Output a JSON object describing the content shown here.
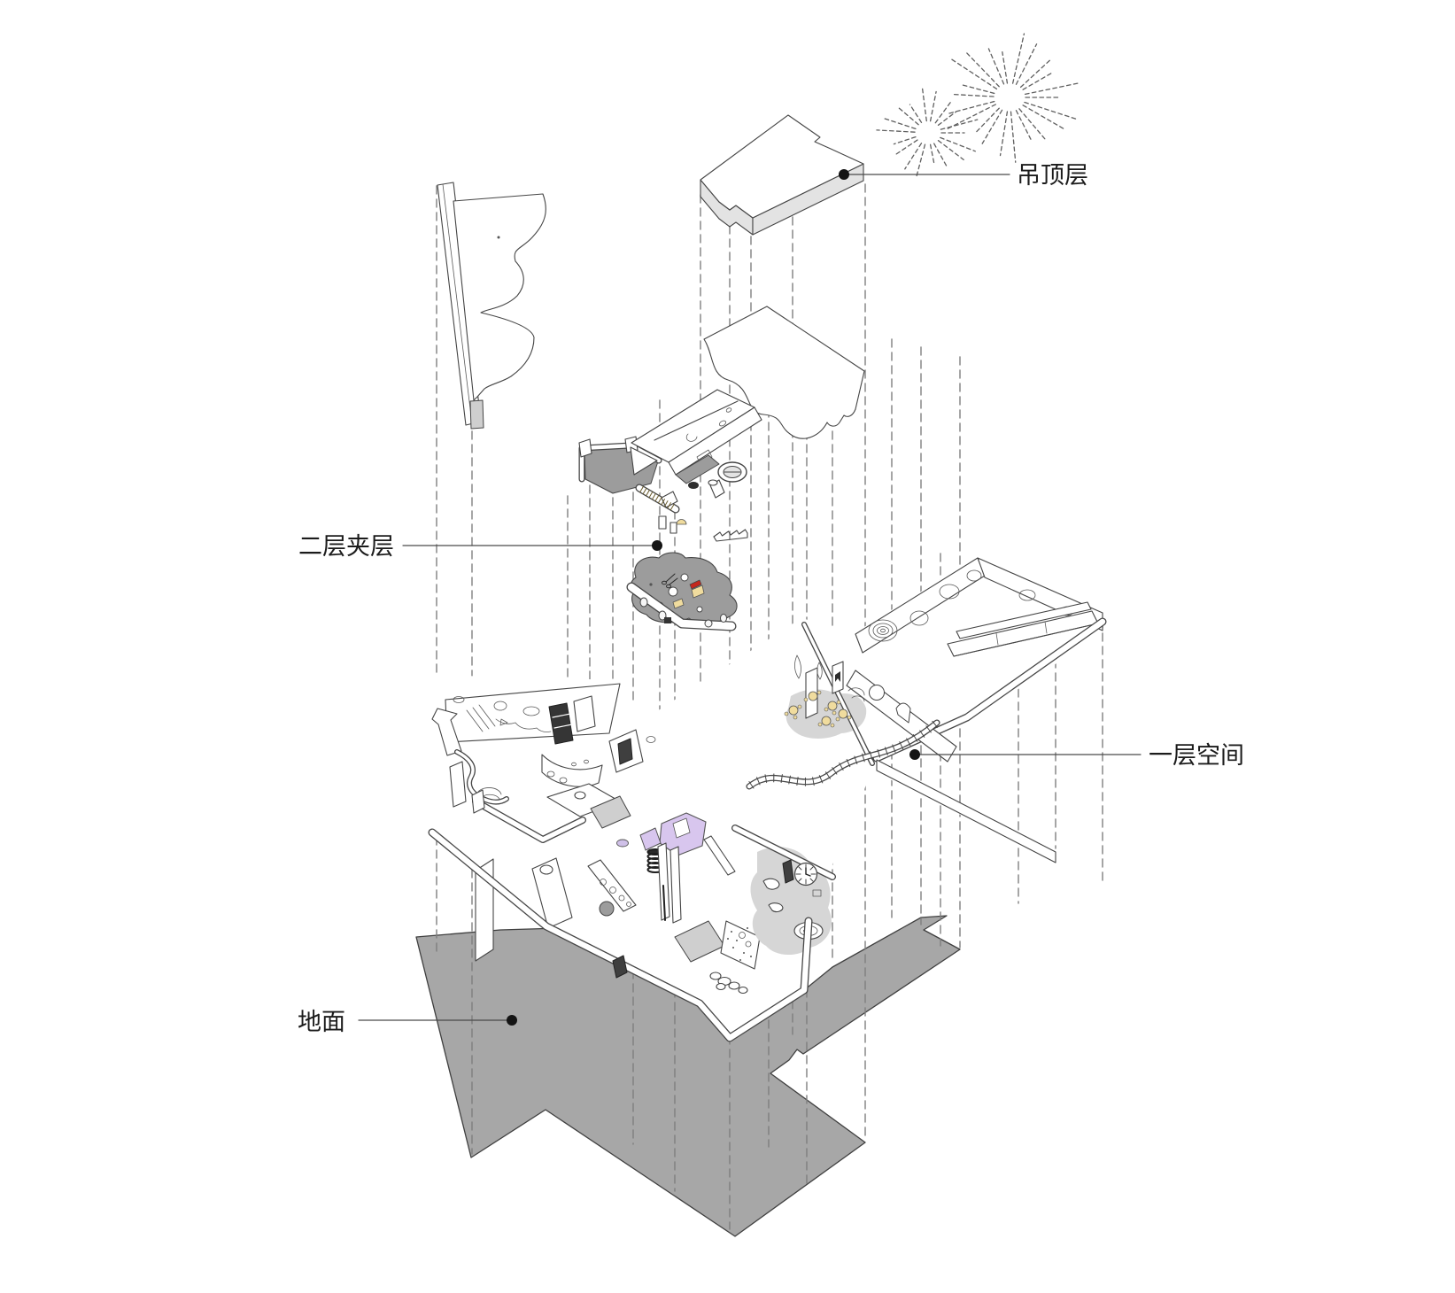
{
  "diagram": {
    "type": "exploded-axonometric-architecture-diagram",
    "labels": {
      "ceiling": "吊顶层",
      "mezzanine": "二层夹层",
      "first_floor": "一层空间",
      "ground": "地面"
    },
    "colors": {
      "line": "#454545",
      "ground": "#a7a7a7",
      "floor_gray": "#9c9c9c",
      "light_floor": "#d6d6d6",
      "panel_gray": "#cfcfcf",
      "slab_edge": "#e3e3e3",
      "accent_yellow": "#f0dc9e",
      "accent_purple": "#d8c6ee",
      "accent_lavender": "#cfc0e8",
      "accent_red": "#c4271d",
      "label_text": "#1b1b1b"
    }
  }
}
